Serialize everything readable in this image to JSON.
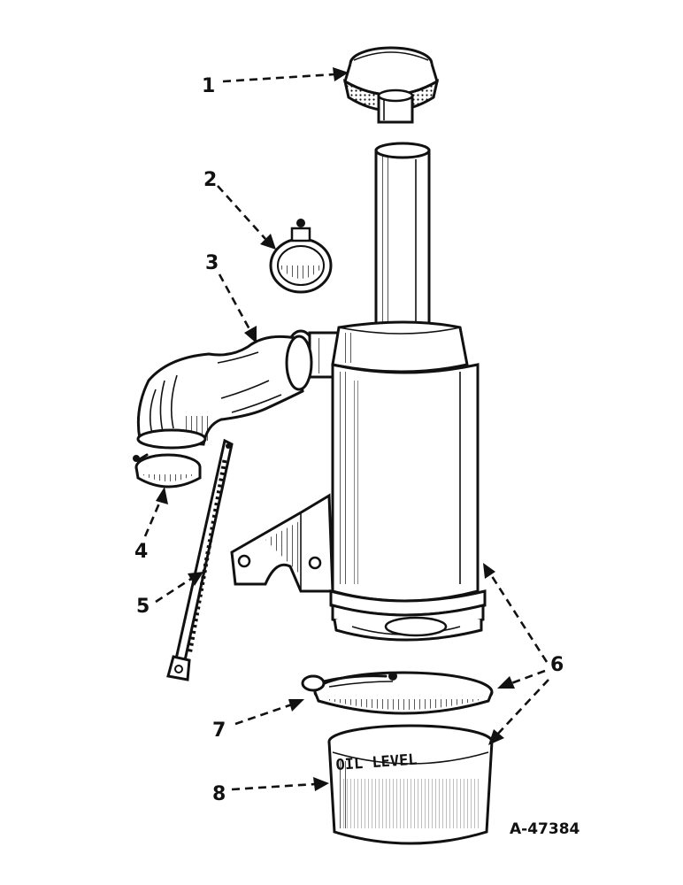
{
  "figure_id": "A-47384",
  "callouts": [
    "1",
    "2",
    "3",
    "4",
    "5",
    "6",
    "7",
    "8"
  ],
  "cup_label": "OIL LEVEL",
  "parts": [
    {
      "callout": "1",
      "part": "cap"
    },
    {
      "callout": "2",
      "part": "hose-clamp"
    },
    {
      "callout": "3",
      "part": "elbow-hose"
    },
    {
      "callout": "4",
      "part": "hose-clamp-lower"
    },
    {
      "callout": "5",
      "part": "support-strap"
    },
    {
      "callout": "6",
      "part": "gasket"
    },
    {
      "callout": "7",
      "part": "cup-clamp"
    },
    {
      "callout": "8",
      "part": "oil-cup"
    }
  ]
}
